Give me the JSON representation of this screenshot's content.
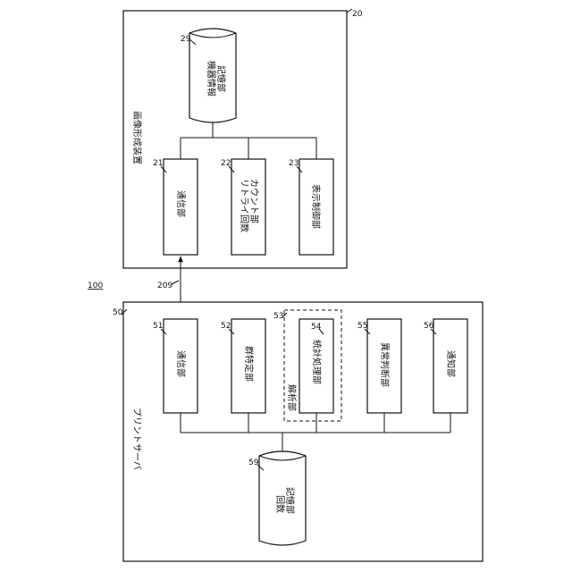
{
  "figure_ref": "100",
  "image_forming_apparatus": {
    "label": "画像形成装置",
    "ref": "20",
    "storage": {
      "ref": "29",
      "lines": [
        "機器情報",
        "記憶部"
      ]
    },
    "blocks": [
      {
        "ref": "21",
        "lines": [
          "通信部"
        ]
      },
      {
        "ref": "22",
        "lines": [
          "リトライ回数",
          "カウント部"
        ]
      },
      {
        "ref": "23",
        "lines": [
          "表示制御部"
        ]
      }
    ]
  },
  "link": {
    "ref": "209"
  },
  "print_server": {
    "label": "プリントサーバ",
    "ref": "50",
    "analysis_unit": {
      "ref": "53",
      "label": "解析部"
    },
    "blocks": [
      {
        "ref": "51",
        "lines": [
          "通信部"
        ]
      },
      {
        "ref": "52",
        "lines": [
          "群特定部"
        ]
      },
      {
        "ref": "54",
        "lines": [
          "統計処理部"
        ]
      },
      {
        "ref": "55",
        "lines": [
          "異常判断部"
        ]
      },
      {
        "ref": "56",
        "lines": [
          "通知部"
        ]
      }
    ],
    "storage": {
      "ref": "59",
      "lines": [
        "回数",
        "記憶部"
      ]
    }
  }
}
